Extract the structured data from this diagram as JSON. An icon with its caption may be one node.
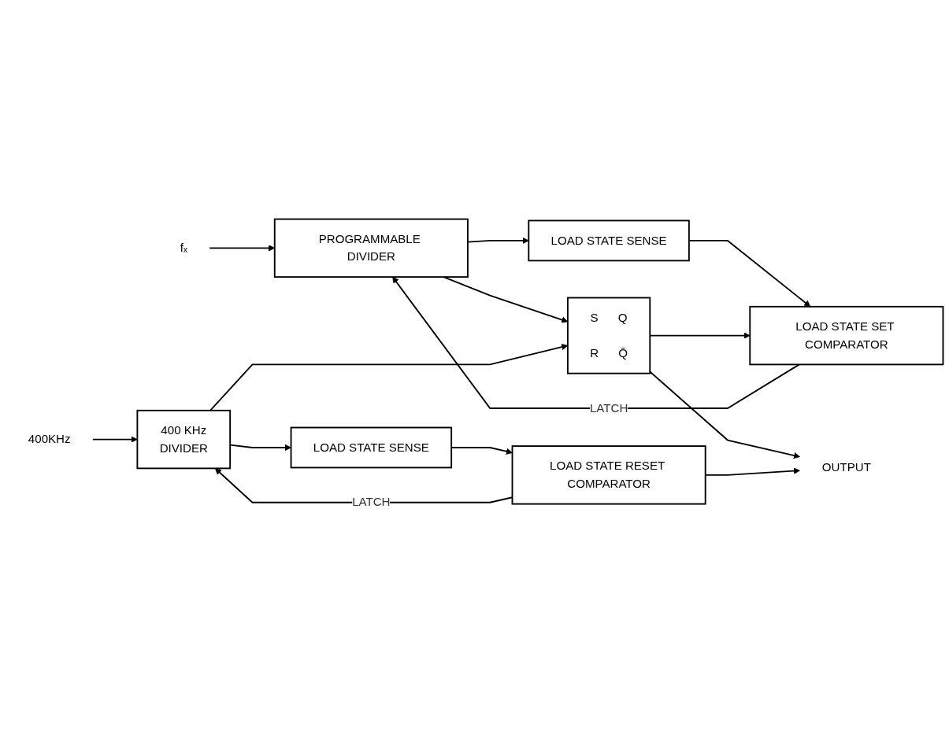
{
  "diagram": {
    "nodes": [
      {
        "text": [
          "fₓ"
        ]
      },
      {
        "text": [
          "PROGRAMMABLE DIVIDER"
        ]
      },
      {
        "text": [
          "LOAD STATE SENSE"
        ]
      },
      {
        "text": [
          "LOAD STATE SET COMPARATOR"
        ]
      },
      {
        "text": [
          "S",
          "Q",
          "R",
          "Q̄"
        ]
      },
      {
        "text": [
          "400KHz"
        ]
      },
      {
        "text": [
          "400 KHz",
          "DIVIDER"
        ]
      },
      {
        "text": [
          "LOAD STATE SENSE"
        ]
      },
      {
        "text": [
          "LOAD STATE RESET COMPARATOR"
        ]
      },
      {
        "text": [
          "OUTPUT"
        ]
      }
    ],
    "edges": [
      {
        "from": 0,
        "to": 1,
        "arrow": "to"
      },
      {
        "from": 3,
        "to": 1,
        "arrow": "to",
        "label": "LATCH"
      },
      {
        "from": 1,
        "to": 2,
        "arrow": "to"
      },
      {
        "from": 2,
        "to": 3,
        "arrow": "to"
      },
      {
        "from": 1,
        "to": 4,
        "arrow": "to"
      },
      {
        "from": 4,
        "to": 3,
        "arrow": "to"
      },
      {
        "from": 6,
        "to": 4,
        "arrow": "to"
      },
      {
        "from": 4,
        "to": 9,
        "arrow": "to"
      },
      {
        "from": 8,
        "to": 9,
        "arrow": "to"
      },
      {
        "from": 5,
        "to": 6,
        "arrow": "to"
      },
      {
        "from": 6,
        "to": 7,
        "arrow": "to"
      },
      {
        "from": 7,
        "to": 8,
        "arrow": "to"
      },
      {
        "from": 8,
        "to": 6,
        "arrow": "to",
        "label": "LATCH"
      }
    ]
  }
}
